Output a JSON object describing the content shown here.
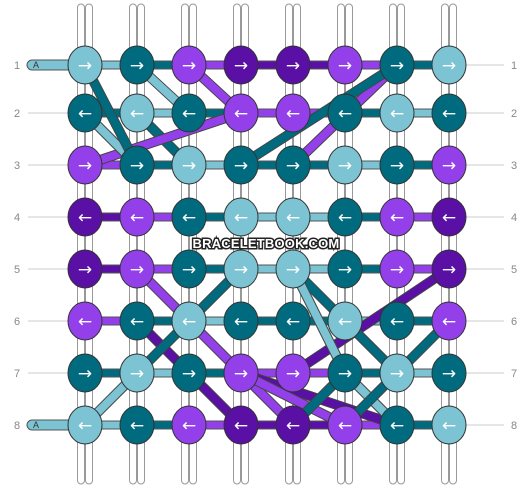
{
  "colors": {
    "A": "#7cc4d3",
    "B": "#006b7e",
    "C": "#9440ea",
    "D": "#5a0fa5"
  },
  "row_labels_left": [
    "1",
    "2",
    "3",
    "4",
    "5",
    "6",
    "7",
    "8"
  ],
  "row_labels_right": [
    "1",
    "2",
    "3",
    "4",
    "5",
    "6",
    "7",
    "8"
  ],
  "anchor_labels": [
    "A",
    "A"
  ],
  "watermark": "BRACELETBOOK.COM",
  "rows": [
    [
      {
        "c": "A",
        "d": "right"
      },
      {
        "c": "B",
        "d": "right"
      },
      {
        "c": "C",
        "d": "right"
      },
      {
        "c": "D",
        "d": "right"
      },
      {
        "c": "D",
        "d": "right"
      },
      {
        "c": "C",
        "d": "right"
      },
      {
        "c": "B",
        "d": "right"
      },
      {
        "c": "A",
        "d": "right"
      }
    ],
    [
      {
        "c": "B",
        "d": "left"
      },
      {
        "c": "A",
        "d": "left"
      },
      {
        "c": "B",
        "d": "left"
      },
      {
        "c": "C",
        "d": "left"
      },
      {
        "c": "C",
        "d": "left"
      },
      {
        "c": "B",
        "d": "left"
      },
      {
        "c": "A",
        "d": "left"
      },
      {
        "c": "B",
        "d": "left"
      }
    ],
    [
      {
        "c": "C",
        "d": "right"
      },
      {
        "c": "B",
        "d": "right"
      },
      {
        "c": "A",
        "d": "right"
      },
      {
        "c": "B",
        "d": "right"
      },
      {
        "c": "B",
        "d": "right"
      },
      {
        "c": "A",
        "d": "right"
      },
      {
        "c": "B",
        "d": "right"
      },
      {
        "c": "C",
        "d": "right"
      }
    ],
    [
      {
        "c": "D",
        "d": "left"
      },
      {
        "c": "C",
        "d": "left"
      },
      {
        "c": "B",
        "d": "left"
      },
      {
        "c": "A",
        "d": "left"
      },
      {
        "c": "A",
        "d": "left"
      },
      {
        "c": "B",
        "d": "left"
      },
      {
        "c": "C",
        "d": "left"
      },
      {
        "c": "D",
        "d": "left"
      }
    ],
    [
      {
        "c": "D",
        "d": "right"
      },
      {
        "c": "C",
        "d": "right"
      },
      {
        "c": "B",
        "d": "right"
      },
      {
        "c": "A",
        "d": "right"
      },
      {
        "c": "A",
        "d": "right"
      },
      {
        "c": "B",
        "d": "right"
      },
      {
        "c": "C",
        "d": "right"
      },
      {
        "c": "D",
        "d": "right"
      }
    ],
    [
      {
        "c": "C",
        "d": "left"
      },
      {
        "c": "B",
        "d": "left"
      },
      {
        "c": "A",
        "d": "left"
      },
      {
        "c": "B",
        "d": "left"
      },
      {
        "c": "B",
        "d": "left"
      },
      {
        "c": "A",
        "d": "left"
      },
      {
        "c": "B",
        "d": "left"
      },
      {
        "c": "C",
        "d": "left"
      }
    ],
    [
      {
        "c": "B",
        "d": "right"
      },
      {
        "c": "A",
        "d": "right"
      },
      {
        "c": "B",
        "d": "right"
      },
      {
        "c": "C",
        "d": "right"
      },
      {
        "c": "C",
        "d": "right"
      },
      {
        "c": "B",
        "d": "right"
      },
      {
        "c": "A",
        "d": "right"
      },
      {
        "c": "B",
        "d": "right"
      }
    ],
    [
      {
        "c": "A",
        "d": "left"
      },
      {
        "c": "B",
        "d": "left"
      },
      {
        "c": "C",
        "d": "left"
      },
      {
        "c": "D",
        "d": "left"
      },
      {
        "c": "D",
        "d": "left"
      },
      {
        "c": "C",
        "d": "left"
      },
      {
        "c": "B",
        "d": "left"
      },
      {
        "c": "A",
        "d": "left"
      }
    ]
  ],
  "diagonal_strands": [
    {
      "c": "C",
      "from": [
        4,
        1
      ],
      "to": [
        7,
        4
      ]
    },
    {
      "c": "D",
      "from": [
        5,
        1
      ],
      "to": [
        7,
        3
      ]
    },
    {
      "c": "A",
      "from": [
        7,
        0
      ],
      "to": [
        6,
        1
      ]
    },
    {
      "c": "B",
      "from": [
        6,
        1
      ],
      "to": [
        5,
        2
      ]
    },
    {
      "c": "B",
      "from": [
        1,
        1
      ],
      "to": [
        2,
        2
      ]
    },
    {
      "c": "C",
      "from": [
        1,
        3
      ],
      "to": [
        2,
        0
      ]
    },
    {
      "c": "A",
      "from": [
        1,
        0
      ],
      "to": [
        2,
        1
      ]
    },
    {
      "c": "A",
      "from": [
        5,
        2
      ],
      "to": [
        4,
        3
      ]
    },
    {
      "c": "B",
      "from": [
        5,
        2
      ],
      "to": [
        4,
        3
      ]
    },
    {
      "c": "D",
      "from": [
        6,
        3
      ],
      "to": [
        7,
        6
      ]
    },
    {
      "c": "C",
      "from": [
        6,
        3
      ],
      "to": [
        7,
        5
      ]
    },
    {
      "c": "B",
      "from": [
        7,
        4
      ],
      "to": [
        6,
        5
      ]
    },
    {
      "c": "A",
      "from": [
        7,
        6
      ],
      "to": [
        6,
        5
      ]
    },
    {
      "c": "D",
      "from": [
        4,
        7
      ],
      "to": [
        6,
        4
      ]
    },
    {
      "c": "B",
      "from": [
        4,
        4
      ],
      "to": [
        6,
        6
      ]
    },
    {
      "c": "A",
      "from": [
        4,
        4
      ],
      "to": [
        6,
        5
      ]
    },
    {
      "c": "C",
      "from": [
        0,
        6
      ],
      "to": [
        2,
        4
      ]
    },
    {
      "c": "B",
      "from": [
        7,
        5
      ],
      "to": [
        5,
        7
      ]
    },
    {
      "c": "B",
      "from": [
        0,
        0
      ],
      "to": [
        2,
        1
      ]
    },
    {
      "c": "A",
      "from": [
        0,
        1
      ],
      "to": [
        1,
        2
      ]
    },
    {
      "c": "C",
      "from": [
        0,
        2
      ],
      "to": [
        1,
        3
      ]
    },
    {
      "c": "B",
      "from": [
        0,
        6
      ],
      "to": [
        2,
        3
      ]
    }
  ]
}
